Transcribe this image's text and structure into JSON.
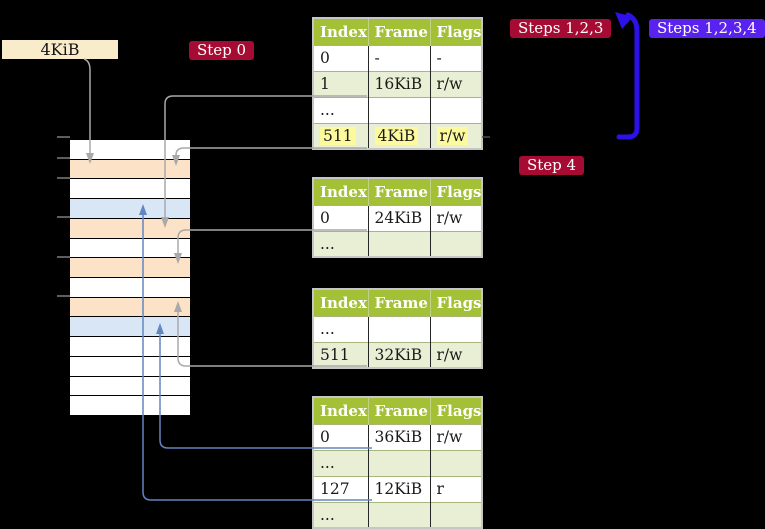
{
  "figure": {
    "page_size_label": "4KiB",
    "badges": {
      "step0": {
        "text": "Step 0",
        "bg": "#a60c33"
      },
      "steps123": {
        "text": "Steps 1,2,3",
        "bg": "#a60c33"
      },
      "steps1234": {
        "text": "Steps 1,2,3,4",
        "bg": "#5a22ee"
      },
      "step4": {
        "text": "Step 4",
        "bg": "#a60c33"
      }
    },
    "tables": [
      {
        "name": "page-table-level-4",
        "headers": [
          "Index",
          "Frame",
          "Flags"
        ],
        "rows": [
          {
            "cells": [
              "0",
              "-",
              "-"
            ],
            "shaded": false,
            "highlighted": false
          },
          {
            "cells": [
              "1",
              "16KiB",
              "r/w"
            ],
            "shaded": true,
            "highlighted": false
          },
          {
            "cells": [
              "...",
              "",
              ""
            ],
            "shaded": false,
            "highlighted": false
          },
          {
            "cells": [
              "511",
              "4KiB",
              "r/w"
            ],
            "shaded": true,
            "highlighted": true
          }
        ]
      },
      {
        "name": "page-table-level-3",
        "headers": [
          "Index",
          "Frame",
          "Flags"
        ],
        "rows": [
          {
            "cells": [
              "0",
              "24KiB",
              "r/w"
            ],
            "shaded": false,
            "highlighted": false
          },
          {
            "cells": [
              "...",
              "",
              ""
            ],
            "shaded": true,
            "highlighted": false
          }
        ]
      },
      {
        "name": "page-table-level-2",
        "headers": [
          "Index",
          "Frame",
          "Flags"
        ],
        "rows": [
          {
            "cells": [
              "...",
              "",
              ""
            ],
            "shaded": false,
            "highlighted": false
          },
          {
            "cells": [
              "511",
              "32KiB",
              "r/w"
            ],
            "shaded": true,
            "highlighted": false
          }
        ]
      },
      {
        "name": "page-table-level-1",
        "headers": [
          "Index",
          "Frame",
          "Flags"
        ],
        "rows": [
          {
            "cells": [
              "0",
              "36KiB",
              "r/w"
            ],
            "shaded": false,
            "highlighted": false
          },
          {
            "cells": [
              "...",
              "",
              ""
            ],
            "shaded": true,
            "highlighted": false
          },
          {
            "cells": [
              "127",
              "12KiB",
              "r"
            ],
            "shaded": false,
            "highlighted": false
          },
          {
            "cells": [
              "...",
              "",
              ""
            ],
            "shaded": true,
            "highlighted": false
          }
        ]
      }
    ],
    "memory": {
      "rows": [
        "free",
        "table",
        "free",
        "page",
        "table",
        "free",
        "table",
        "free",
        "table",
        "page",
        "free",
        "free",
        "free",
        "free"
      ]
    },
    "colors": {
      "table_header_bg": "#a3c037",
      "table_row_shade": "#e9efd4",
      "text_highlight": "#fdfa9e",
      "memory_table_frame": "#fce3c7",
      "memory_page_frame": "#d9e6f5",
      "label_bg": "#f8ecca",
      "gray_pointer": "#a9a9a9",
      "blue_pointer": "#6286bf",
      "loop_arrow": "#2c12e8",
      "badge_red": "#a60c33",
      "badge_blue": "#5a22ee"
    }
  }
}
